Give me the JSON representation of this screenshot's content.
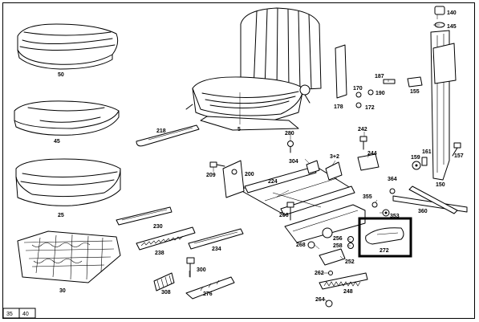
{
  "page_numbers": [
    "35",
    "40"
  ],
  "parts": [
    {
      "id": "p50",
      "label": "50"
    },
    {
      "id": "p45",
      "label": "45"
    },
    {
      "id": "p25",
      "label": "25"
    },
    {
      "id": "p30",
      "label": "30"
    },
    {
      "id": "p5",
      "label": "5"
    },
    {
      "id": "p218",
      "label": "218"
    },
    {
      "id": "p230",
      "label": "230"
    },
    {
      "id": "p238",
      "label": "238"
    },
    {
      "id": "p234",
      "label": "234"
    },
    {
      "id": "p300",
      "label": "300"
    },
    {
      "id": "p308",
      "label": "308"
    },
    {
      "id": "p276",
      "label": "276"
    },
    {
      "id": "p209",
      "label": "209"
    },
    {
      "id": "p200",
      "label": "200"
    },
    {
      "id": "p224",
      "label": "224"
    },
    {
      "id": "p206",
      "label": "206"
    },
    {
      "id": "p280",
      "label": "280"
    },
    {
      "id": "p304",
      "label": "304"
    },
    {
      "id": "p342",
      "label": "3+2"
    },
    {
      "id": "p242",
      "label": "242"
    },
    {
      "id": "p244",
      "label": "244"
    },
    {
      "id": "p355",
      "label": "355"
    },
    {
      "id": "p353",
      "label": "353"
    },
    {
      "id": "p268",
      "label": "268"
    },
    {
      "id": "p256",
      "label": "256"
    },
    {
      "id": "p258",
      "label": "258"
    },
    {
      "id": "p252",
      "label": "252"
    },
    {
      "id": "p272",
      "label": "272"
    },
    {
      "id": "p262",
      "label": "262"
    },
    {
      "id": "p248",
      "label": "248"
    },
    {
      "id": "p264",
      "label": "264"
    },
    {
      "id": "p178",
      "label": "178"
    },
    {
      "id": "p170",
      "label": "170"
    },
    {
      "id": "p172",
      "label": "172"
    },
    {
      "id": "p187",
      "label": "187"
    },
    {
      "id": "p190",
      "label": "190"
    },
    {
      "id": "p155",
      "label": "155"
    },
    {
      "id": "p140",
      "label": "140"
    },
    {
      "id": "p145",
      "label": "145"
    },
    {
      "id": "p159",
      "label": "159"
    },
    {
      "id": "p161",
      "label": "161"
    },
    {
      "id": "p157",
      "label": "157"
    },
    {
      "id": "p150",
      "label": "150"
    },
    {
      "id": "p364",
      "label": "364"
    },
    {
      "id": "p360",
      "label": "360"
    }
  ]
}
